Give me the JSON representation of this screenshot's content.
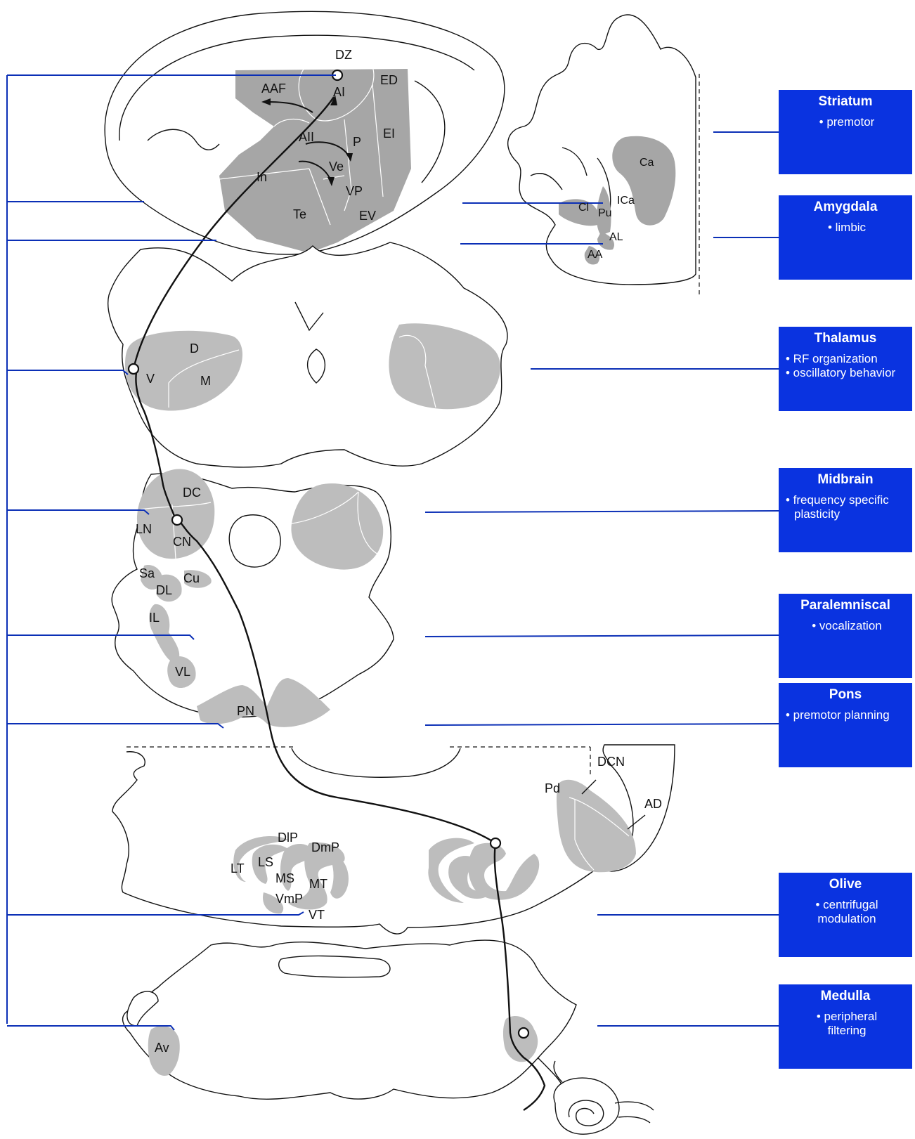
{
  "brain_labels": {
    "cortex": {
      "DZ": "DZ",
      "AI": "AI",
      "ED": "ED",
      "AAF": "AAF",
      "AII": "AII",
      "P": "P",
      "EI": "EI",
      "In": "In",
      "Ve": "Ve",
      "VP": "VP",
      "Te": "Te",
      "EV": "EV"
    },
    "coronal": {
      "Ca": "Ca",
      "ICa": "ICa",
      "Cl": "Cl",
      "Pu": "Pu",
      "AL": "AL",
      "AA": "AA"
    },
    "thalamus": {
      "D": "D",
      "V": "V",
      "M": "M"
    },
    "midbrain": {
      "DC": "DC",
      "LN": "LN",
      "CN": "CN"
    },
    "paralemniscal": {
      "Sa": "Sa",
      "Cu": "Cu",
      "DL": "DL",
      "IL": "IL",
      "VL": "VL"
    },
    "pons": {
      "PN": "PN"
    },
    "olive": {
      "DCN": "DCN",
      "Pd": "Pd",
      "AD": "AD",
      "DlP": "DlP",
      "DmP": "DmP",
      "LT": "LT",
      "LS": "LS",
      "MS": "MS",
      "MT": "MT",
      "VmP": "VmP",
      "VT": "VT"
    },
    "medulla": {
      "Av": "Av"
    }
  },
  "boxes": [
    {
      "title": "Striatum",
      "items": [
        "• premotor"
      ]
    },
    {
      "title": "Amygdala",
      "items": [
        "• limbic"
      ]
    },
    {
      "title": "Thalamus",
      "items": [
        "• RF organization",
        "• oscillatory behavior"
      ]
    },
    {
      "title": "Midbrain",
      "items": [
        "• frequency specific",
        "plasticity"
      ]
    },
    {
      "title": "Paralemniscal",
      "items": [
        "• vocalization"
      ]
    },
    {
      "title": "Pons",
      "items": [
        "• premotor planning"
      ]
    },
    {
      "title": "Olive",
      "items": [
        "• centrifugal",
        "modulation"
      ]
    },
    {
      "title": "Medulla",
      "items": [
        "• peripheral",
        "filtering"
      ]
    }
  ],
  "colors": {
    "box_fill": "#0a33e0",
    "connector": "#0b2fb6",
    "nucleus_gray": "#bdbdbd"
  }
}
